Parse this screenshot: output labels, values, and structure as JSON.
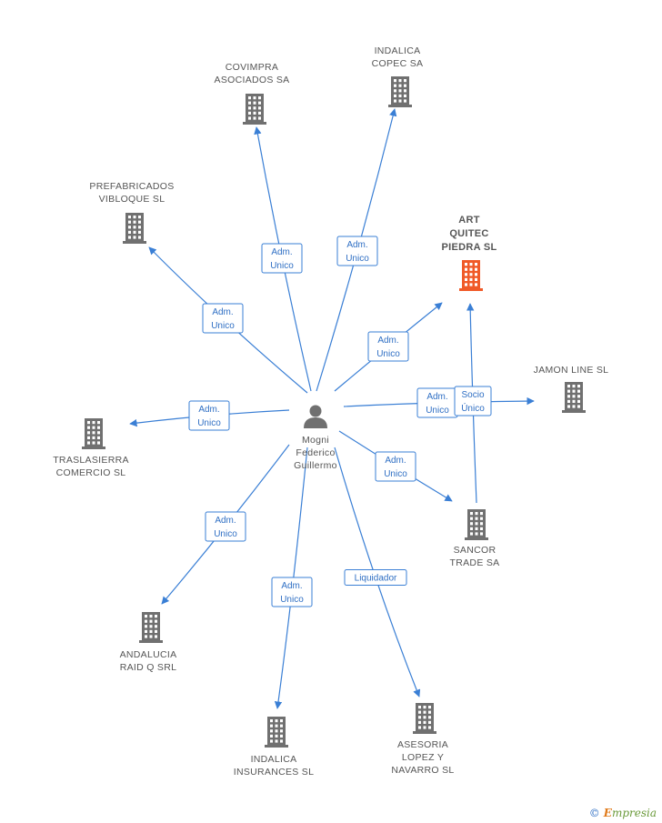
{
  "center": {
    "name_lines": [
      "Mogni",
      "Federico",
      "Guillermo"
    ],
    "icon": "person-icon"
  },
  "companies": [
    {
      "id": "covimpra",
      "lines": [
        "COVIMPRA",
        "ASOCIADOS SA"
      ],
      "highlight": false
    },
    {
      "id": "indalica-copec",
      "lines": [
        "INDALICA",
        "COPEC SA"
      ],
      "highlight": false
    },
    {
      "id": "prefabricados",
      "lines": [
        "PREFABRICADOS",
        "VIBLOQUE SL"
      ],
      "highlight": false
    },
    {
      "id": "art-quitec",
      "lines": [
        "ART",
        "QUITEC",
        "PIEDRA SL"
      ],
      "highlight": true
    },
    {
      "id": "jamon-line",
      "lines": [
        "JAMON LINE  SL"
      ],
      "highlight": false
    },
    {
      "id": "traslasierra",
      "lines": [
        "TRASLASIERRA",
        "COMERCIO SL"
      ],
      "highlight": false
    },
    {
      "id": "sancor",
      "lines": [
        "SANCOR",
        "TRADE SA"
      ],
      "highlight": false
    },
    {
      "id": "andalucia",
      "lines": [
        "ANDALUCIA",
        "RAID Q SRL"
      ],
      "highlight": false
    },
    {
      "id": "indalica-insurances",
      "lines": [
        "INDALICA",
        "INSURANCES SL"
      ],
      "highlight": false
    },
    {
      "id": "asesoria",
      "lines": [
        "ASESORIA",
        "LOPEZ Y",
        "NAVARRO SL"
      ],
      "highlight": false
    }
  ],
  "relations": [
    {
      "from": "center",
      "to": "covimpra",
      "label": [
        "Adm.",
        "Unico"
      ]
    },
    {
      "from": "center",
      "to": "indalica-copec",
      "label": [
        "Adm.",
        "Unico"
      ]
    },
    {
      "from": "center",
      "to": "prefabricados",
      "label": [
        "Adm.",
        "Unico"
      ]
    },
    {
      "from": "center",
      "to": "art-quitec",
      "label": [
        "Adm.",
        "Unico"
      ]
    },
    {
      "from": "center",
      "to": "jamon-line",
      "label": [
        "Adm.",
        "Unico"
      ]
    },
    {
      "from": "center",
      "to": "traslasierra",
      "label": [
        "Adm.",
        "Unico"
      ]
    },
    {
      "from": "center",
      "to": "sancor",
      "label": [
        "Adm.",
        "Unico"
      ]
    },
    {
      "from": "center",
      "to": "andalucia",
      "label": [
        "Adm.",
        "Unico"
      ]
    },
    {
      "from": "center",
      "to": "indalica-insurances",
      "label": [
        "Adm.",
        "Unico"
      ]
    },
    {
      "from": "center",
      "to": "asesoria",
      "label": [
        "Liquidador"
      ]
    },
    {
      "from": "sancor",
      "to": "art-quitec",
      "label": [
        "Socio",
        "Único"
      ]
    }
  ],
  "colors": {
    "edge": "#3a7fd5",
    "building": "#707070",
    "building_highlight": "#f05a28",
    "person": "#707070"
  },
  "footer": {
    "copyright": "©",
    "brand_initial": "E",
    "brand_rest": "mpresia"
  }
}
